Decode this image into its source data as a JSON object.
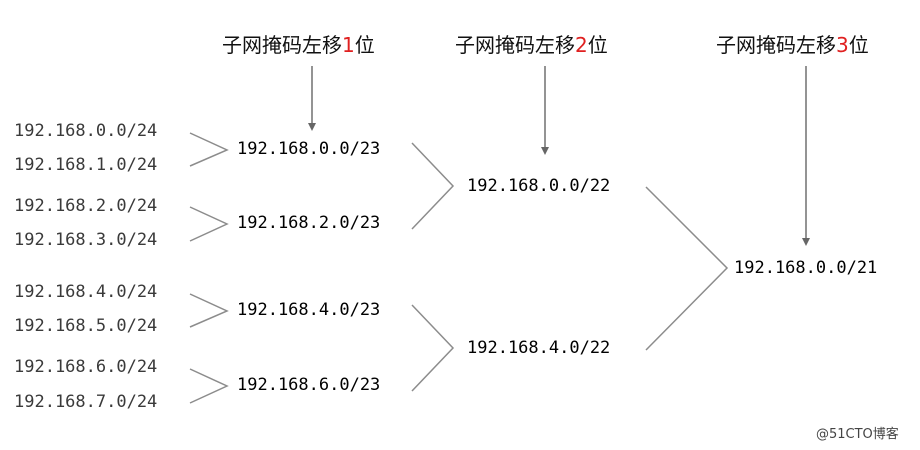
{
  "headers": [
    {
      "prefix": "子网掩码左移",
      "number": "1",
      "suffix": "位"
    },
    {
      "prefix": "子网掩码左移",
      "number": "2",
      "suffix": "位"
    },
    {
      "prefix": "子网掩码左移",
      "number": "3",
      "suffix": "位"
    }
  ],
  "level0": [
    "192.168.0.0/24",
    "192.168.1.0/24",
    "192.168.2.0/24",
    "192.168.3.0/24",
    "192.168.4.0/24",
    "192.168.5.0/24",
    "192.168.6.0/24",
    "192.168.7.0/24"
  ],
  "level1": [
    "192.168.0.0/23",
    "192.168.2.0/23",
    "192.168.4.0/23",
    "192.168.6.0/23"
  ],
  "level2": [
    "192.168.0.0/22",
    "192.168.4.0/22"
  ],
  "level3": [
    "192.168.0.0/21"
  ],
  "watermark": "@51CTO博客",
  "colors": {
    "highlight": "#e02020",
    "connector": "#8c8c8c",
    "arrow": "#666666"
  }
}
